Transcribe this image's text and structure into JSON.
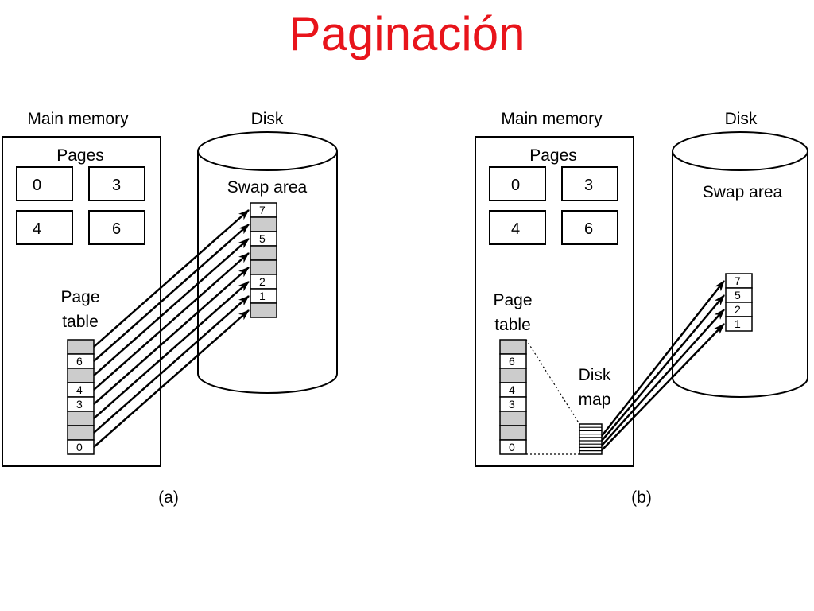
{
  "title": "Paginación",
  "colors": {
    "title": "#e8141b",
    "shaded": "#cccccc",
    "stroke": "#000000"
  },
  "panel_a": {
    "caption": "(a)",
    "main_memory_label": "Main memory",
    "disk_label": "Disk",
    "pages_label": "Pages",
    "pages": [
      "0",
      "3",
      "4",
      "6"
    ],
    "page_table_label_1": "Page",
    "page_table_label_2": "table",
    "page_table_cells": [
      "",
      "6",
      "",
      "4",
      "3",
      "",
      "",
      "0"
    ],
    "swap_area_label": "Swap area",
    "swap_cells": [
      "7",
      "",
      "5",
      "",
      "",
      "2",
      "1",
      ""
    ]
  },
  "panel_b": {
    "caption": "(b)",
    "main_memory_label": "Main memory",
    "disk_label": "Disk",
    "pages_label": "Pages",
    "pages": [
      "0",
      "3",
      "4",
      "6"
    ],
    "page_table_label_1": "Page",
    "page_table_label_2": "table",
    "page_table_cells": [
      "",
      "6",
      "",
      "4",
      "3",
      "",
      "",
      "0"
    ],
    "disk_map_label_1": "Disk",
    "disk_map_label_2": "map",
    "swap_area_label": "Swap area",
    "swap_cells": [
      "7",
      "5",
      "2",
      "1"
    ]
  }
}
